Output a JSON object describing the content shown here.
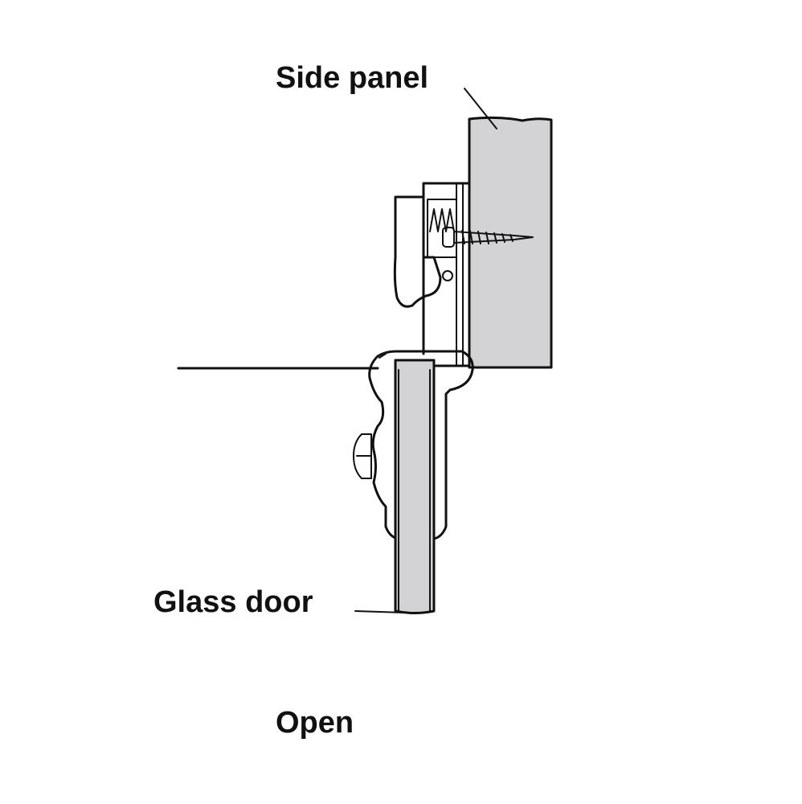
{
  "labels": {
    "side_panel": "Side panel",
    "glass_door": "Glass door",
    "state": "Open"
  },
  "colors": {
    "line": "#111111",
    "panel_fill": "#d3d3d5",
    "glass_fill": "#d3d3d5",
    "background": "#ffffff"
  }
}
